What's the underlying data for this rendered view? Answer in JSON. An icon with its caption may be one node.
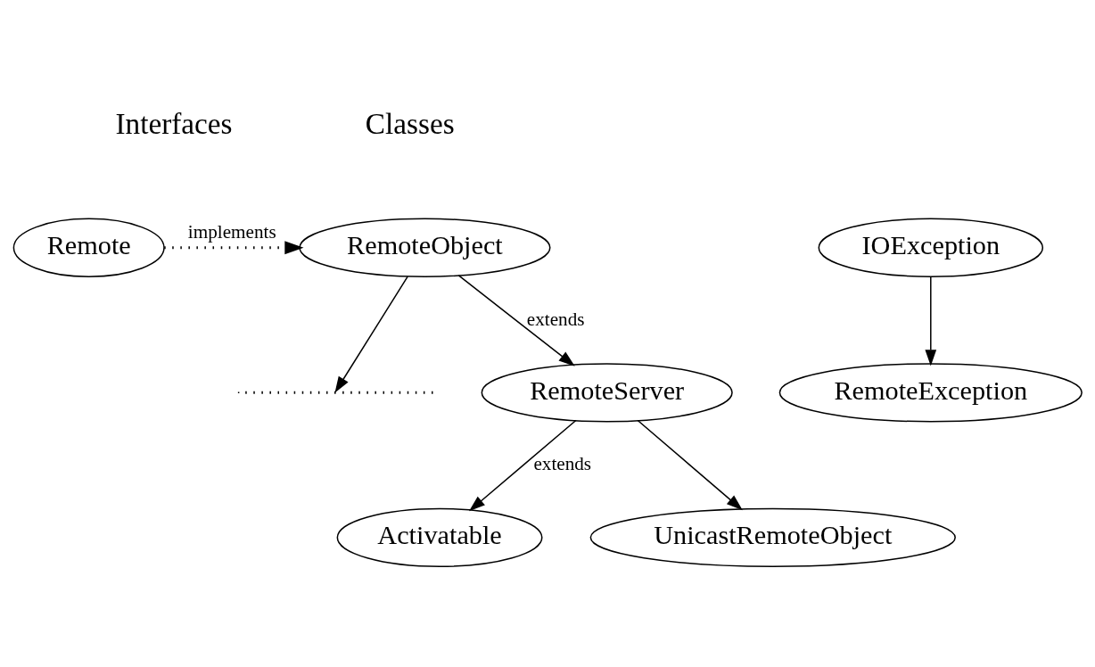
{
  "diagram": {
    "nodes": [
      {
        "text": [
          "Remote"
        ]
      },
      {
        "text": [
          "RemoteObject"
        ]
      },
      {
        "text": [
          "IOException"
        ]
      },
      {
        "text": [],
        "shape": "bar"
      },
      {
        "text": [
          "RemoteServer"
        ]
      },
      {
        "text": [
          "RemoteException"
        ]
      },
      {
        "text": [
          "Activatable"
        ]
      },
      {
        "text": [
          "UnicastRemoteObject"
        ]
      }
    ],
    "edges": [
      {
        "from": 0,
        "to": 1,
        "arrow": "to",
        "style": "dashed",
        "label": "implements"
      },
      {
        "from": 1,
        "to": 3,
        "arrow": "to"
      },
      {
        "from": 1,
        "to": 4,
        "arrow": "to",
        "label": "extends"
      },
      {
        "from": 2,
        "to": 5,
        "arrow": "to"
      },
      {
        "from": 4,
        "to": 6,
        "arrow": "to",
        "label": "extends"
      },
      {
        "from": 4,
        "to": 7,
        "arrow": "to"
      }
    ],
    "labels": [
      "Interfaces",
      "Classes"
    ]
  }
}
